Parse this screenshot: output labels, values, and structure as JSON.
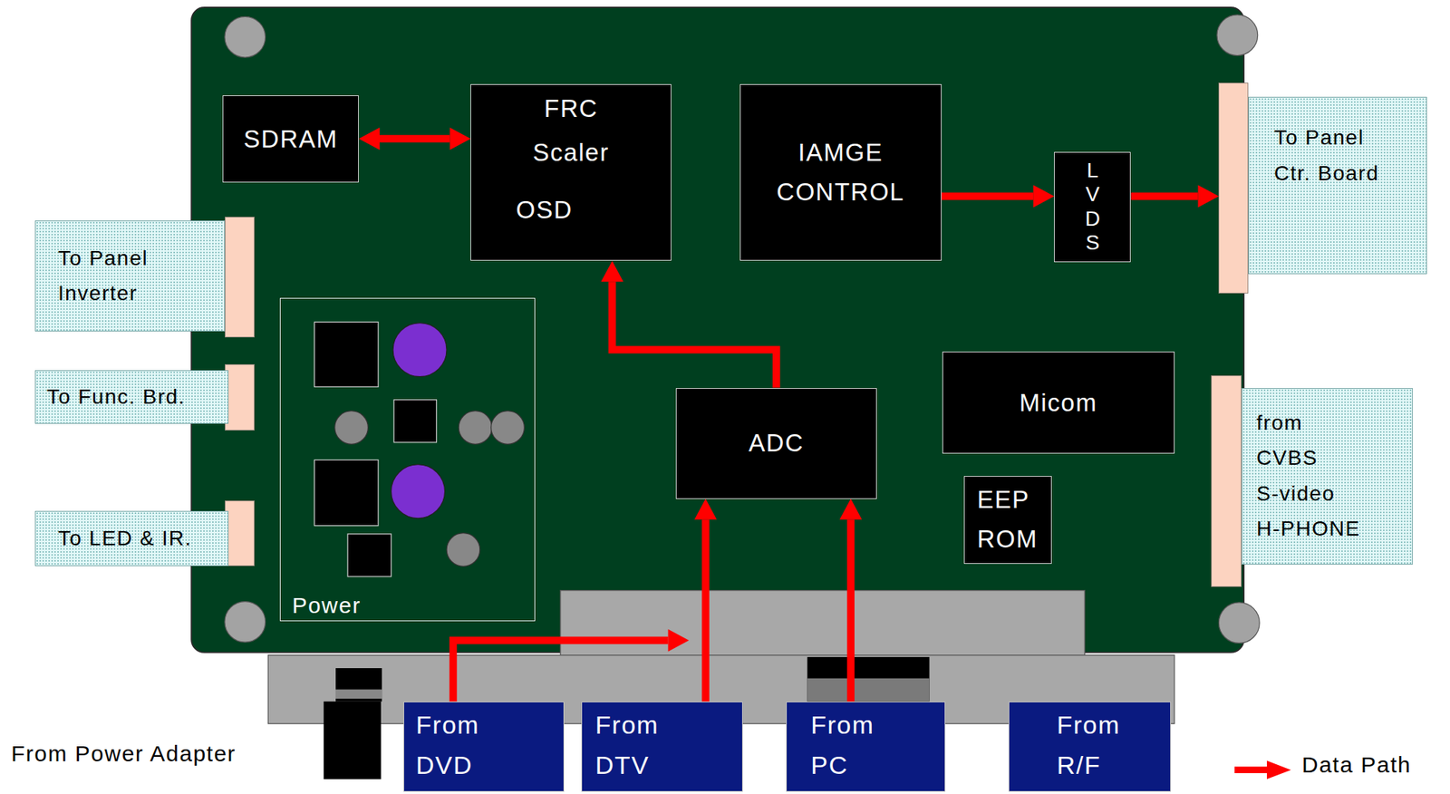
{
  "diagram": {
    "nodes": [
      {
        "text": [
          "SDRAM"
        ]
      },
      {
        "text": [
          "FRC Scaler",
          "OSD"
        ]
      },
      {
        "text": [
          "IAMGE CONTROL"
        ]
      },
      {
        "text": [
          "LVDS"
        ]
      },
      {
        "text": [
          "To Panel Ctr. Board"
        ]
      },
      {
        "text": [
          "To Panel Inverter"
        ]
      },
      {
        "text": [
          "Power"
        ]
      },
      {
        "text": [
          "To Func. Brd."
        ]
      },
      {
        "text": [
          "ADC"
        ]
      },
      {
        "text": [
          "Micom"
        ]
      },
      {
        "text": [
          "from CVBS S-video H-PHONE"
        ]
      },
      {
        "text": [
          "EEP ROM"
        ]
      },
      {
        "text": [
          "To LED & IR."
        ]
      },
      {
        "text": [
          "From DVD"
        ]
      },
      {
        "text": [
          "From DTV"
        ]
      },
      {
        "text": [
          "From PC"
        ]
      },
      {
        "text": [
          "From R/F"
        ]
      }
    ],
    "edges": [
      {
        "from": 0,
        "to": 1,
        "arrow": "both"
      },
      {
        "from": 8,
        "to": 1,
        "arrow": "to"
      },
      {
        "from": 2,
        "to": 3,
        "arrow": "to"
      },
      {
        "from": 3,
        "to": 4,
        "arrow": "to"
      },
      {
        "from": 13,
        "to": 8,
        "arrow": "to"
      },
      {
        "from": 14,
        "to": 8,
        "arrow": "to"
      },
      {
        "from": 15,
        "to": 8,
        "arrow": "to"
      }
    ],
    "labels": [
      "From Power Adapter"
    ],
    "legend": [
      {
        "text": "Data Path"
      }
    ]
  }
}
